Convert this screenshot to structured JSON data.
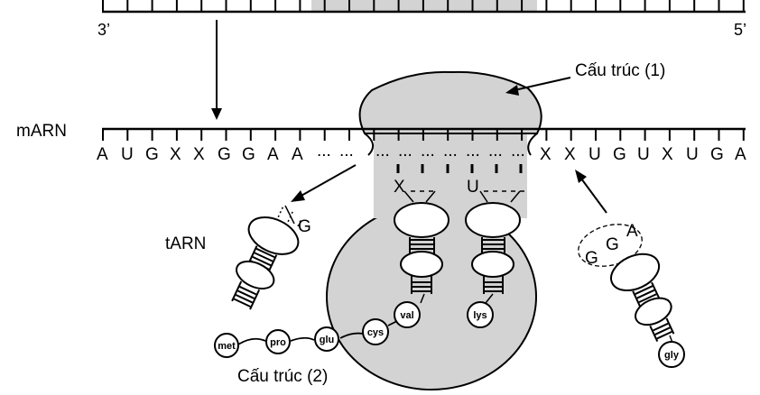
{
  "labels": {
    "dna_left": "3’",
    "dna_right": "5’",
    "mrna": "mARN",
    "trna": "tARN",
    "structure1": "Cấu trúc (1)",
    "structure2": "Cấu trúc (2)"
  },
  "mrna_bases_left": [
    "A",
    "U",
    "G",
    "X",
    "X",
    "G",
    "G",
    "A",
    "A"
  ],
  "mrna_dots": [
    "...",
    "..."
  ],
  "mrna_bases_right": [
    "X",
    "X",
    "U",
    "G",
    "U",
    "X",
    "U",
    "G",
    "A"
  ],
  "ribosome_dots": [
    "...",
    "...",
    "...",
    "...",
    "...",
    "...",
    "..."
  ],
  "trna_ribosome_1": {
    "anticodon": "X",
    "amino": "val"
  },
  "trna_ribosome_2": {
    "anticodon": "U",
    "amino": "lys"
  },
  "trna_left": {
    "anticodon": "G"
  },
  "trna_right": {
    "anticodon": [
      "G",
      "G",
      "A"
    ],
    "amino": "gly"
  },
  "peptide_chain": [
    "met",
    "pro",
    "glu",
    "cys"
  ],
  "colors": {
    "ribosome": "#d3d3d3",
    "dna_highlight": "#d3d3d3"
  }
}
